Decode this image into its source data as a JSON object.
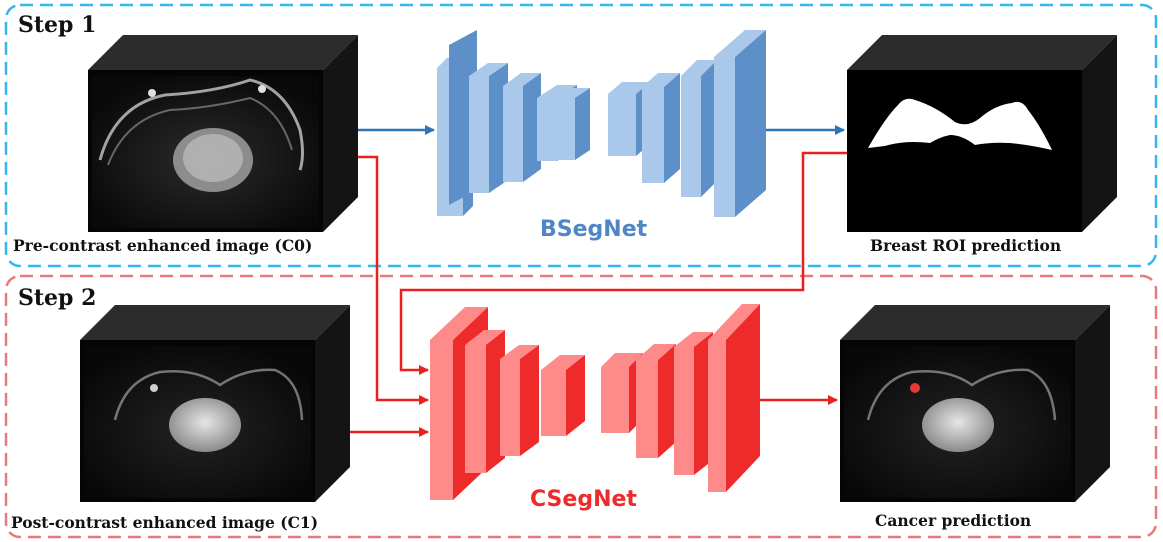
{
  "step1": {
    "title": "Step 1",
    "border_color": "#35b6ec"
  },
  "step2": {
    "title": "Step 2",
    "border_color": "#e57a7a"
  },
  "images": {
    "c0_caption": "Pre-contrast enhanced image (C0)",
    "c1_caption": "Post-contrast enhanced image (C1)",
    "roi_caption": "Breast ROI prediction",
    "cancer_caption": "Cancer prediction"
  },
  "networks": {
    "bsegnet": {
      "label": "BSegNet",
      "color": "#4f86c6"
    },
    "csegnet": {
      "label": "CSegNet",
      "color": "#ee2a2a"
    }
  },
  "colors": {
    "blue_arrow": "#2e75b6",
    "red_arrow": "#e8201e"
  }
}
